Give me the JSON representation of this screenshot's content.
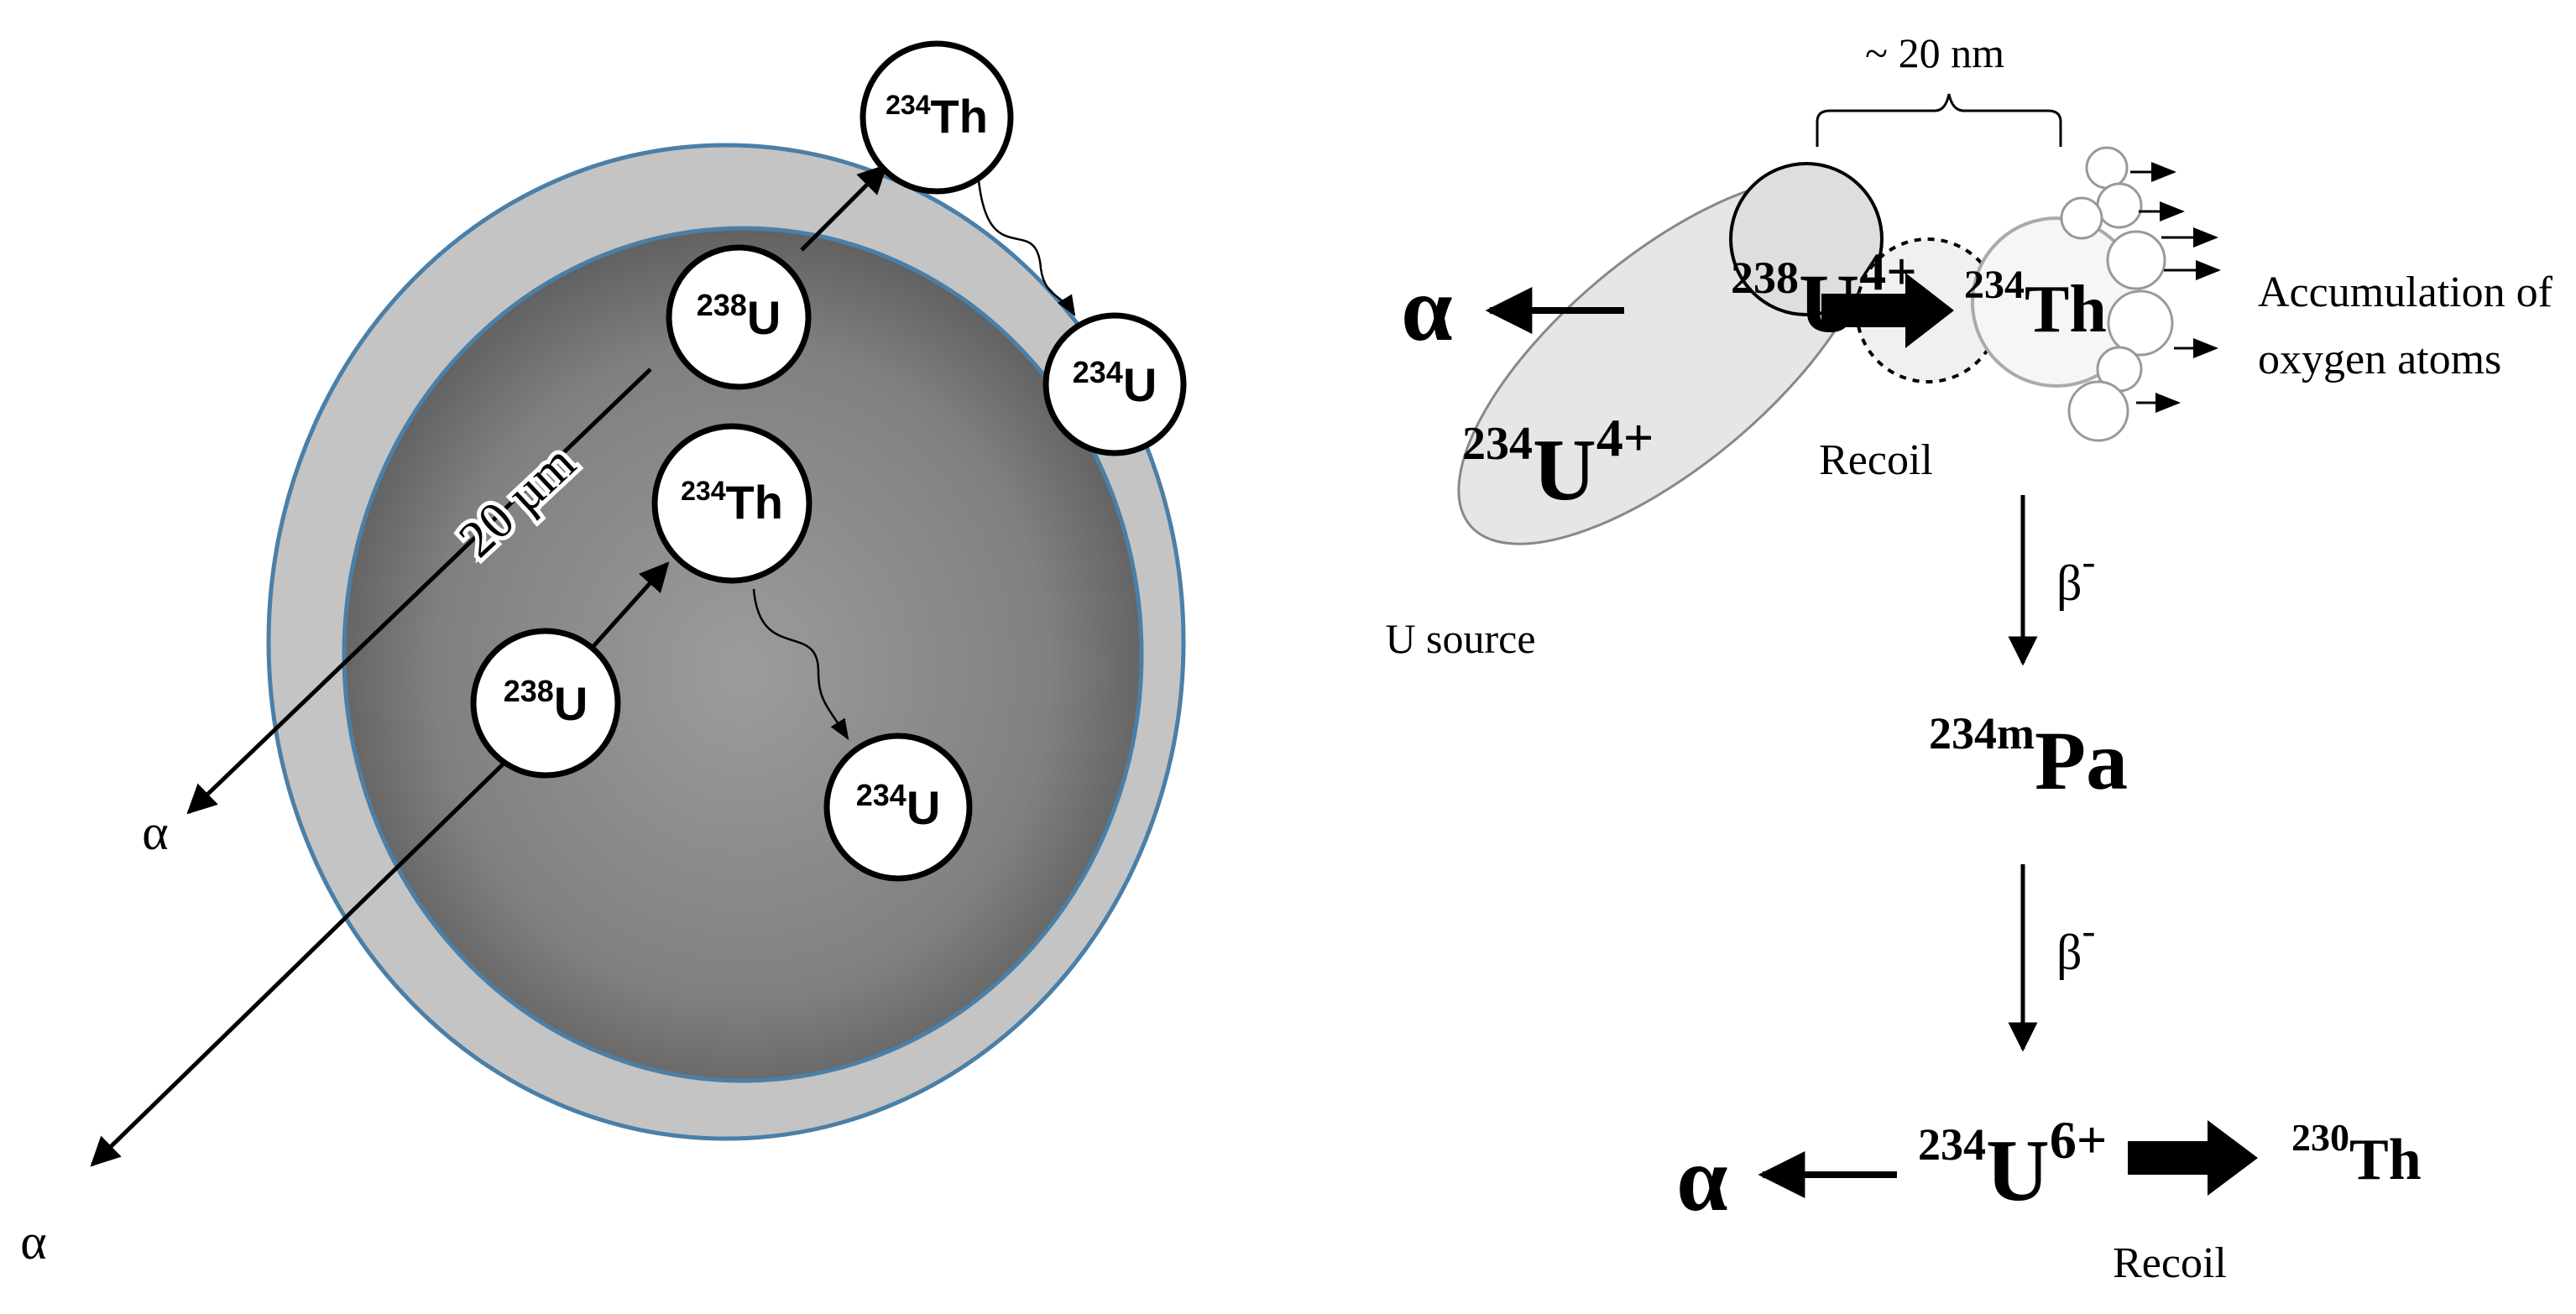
{
  "left_panel": {
    "nuclides": {
      "u238_outer": {
        "mass": "238",
        "symbol": "U"
      },
      "th234_outer": {
        "mass": "234",
        "symbol": "Th"
      },
      "u234_outer": {
        "mass": "234",
        "symbol": "U"
      },
      "th234_inner": {
        "mass": "234",
        "symbol": "Th"
      },
      "u238_inner": {
        "mass": "238",
        "symbol": "U"
      },
      "u234_inner": {
        "mass": "234",
        "symbol": "U"
      }
    },
    "scale_label": "20 µm",
    "alpha_upper": "α",
    "alpha_lower": "α"
  },
  "right_panel": {
    "width_label": "~ 20 nm",
    "alpha_top": "α",
    "u238": {
      "mass": "238",
      "symbol": "U",
      "charge": "4+"
    },
    "th234": {
      "mass": "234",
      "symbol": "Th"
    },
    "u234_source": {
      "mass": "234",
      "symbol": "U",
      "charge": "4+"
    },
    "recoil_top": "Recoil",
    "u_source": "U source",
    "accumulation_line1": "Accumulation of",
    "accumulation_line2": "oxygen atoms",
    "beta1": {
      "symbol": "β",
      "sup": "-"
    },
    "pa234m": {
      "mass": "234m",
      "symbol": "Pa"
    },
    "beta2": {
      "symbol": "β",
      "sup": "-"
    },
    "alpha_bottom": "α",
    "u234_final": {
      "mass": "234",
      "symbol": "U",
      "charge": "6+"
    },
    "th230": {
      "mass": "230",
      "symbol": "Th"
    },
    "recoil_bottom": "Recoil"
  },
  "colors": {
    "shell": "#c4c4c4",
    "shell_edge": "#4a7fa8",
    "core_light": "#9a9a9a",
    "core_dark": "#5e5e5e",
    "source_ellipse": "#e6e6e6"
  }
}
